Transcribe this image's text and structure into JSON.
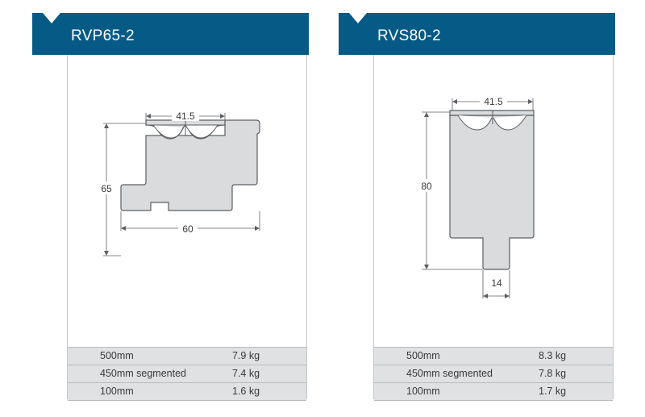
{
  "tools": [
    {
      "name": "RVP65-2",
      "dimensions": {
        "top_width": "41.5",
        "height": "65",
        "base_width": "60"
      },
      "weights": [
        {
          "length": "500mm",
          "weight": "7.9 kg"
        },
        {
          "length": "450mm segmented",
          "weight": "7.4 kg"
        },
        {
          "length": "100mm",
          "weight": "1.6 kg"
        }
      ]
    },
    {
      "name": "RVS80-2",
      "dimensions": {
        "top_width": "41.5",
        "height": "80",
        "tang_width": "14"
      },
      "weights": [
        {
          "length": "500mm",
          "weight": "8.3 kg"
        },
        {
          "length": "450mm segmented",
          "weight": "7.8 kg"
        },
        {
          "length": "100mm",
          "weight": "1.7 kg"
        }
      ]
    }
  ],
  "colors": {
    "header": "#065a86",
    "tool_fill": "#d9dbdd",
    "row_shade": "#dfe1e3"
  },
  "icons": {
    "header_notch": "chevron-down-icon"
  }
}
